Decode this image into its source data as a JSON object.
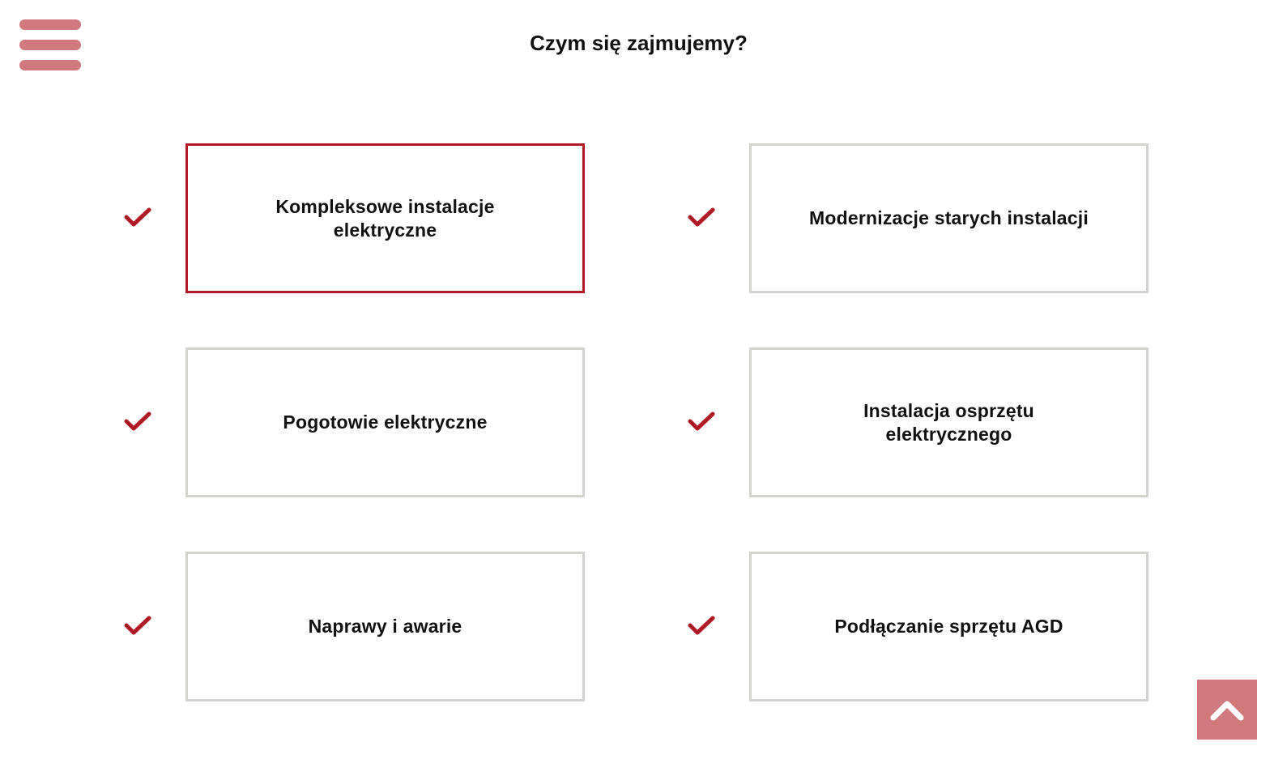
{
  "header": {
    "title": "Czym się zajmujemy?",
    "menu_icon": "hamburger-menu-icon"
  },
  "services": [
    {
      "label": "Kompleksowe instalacje elektryczne",
      "active": true
    },
    {
      "label": "Modernizacje starych instalacji",
      "active": false
    },
    {
      "label": "Pogotowie elektryczne",
      "active": false
    },
    {
      "label": "Instalacja osprzętu elektrycznego",
      "active": false
    },
    {
      "label": "Naprawy i awarie",
      "active": false
    },
    {
      "label": "Podłączanie sprzętu AGD",
      "active": false
    }
  ],
  "icons": {
    "check": "check-icon",
    "scroll_top": "chevron-up-icon"
  },
  "colors": {
    "accent": "#b01a24",
    "accent_soft": "#d07a7d",
    "card_border": "#d3d3cf",
    "text": "#111111"
  }
}
